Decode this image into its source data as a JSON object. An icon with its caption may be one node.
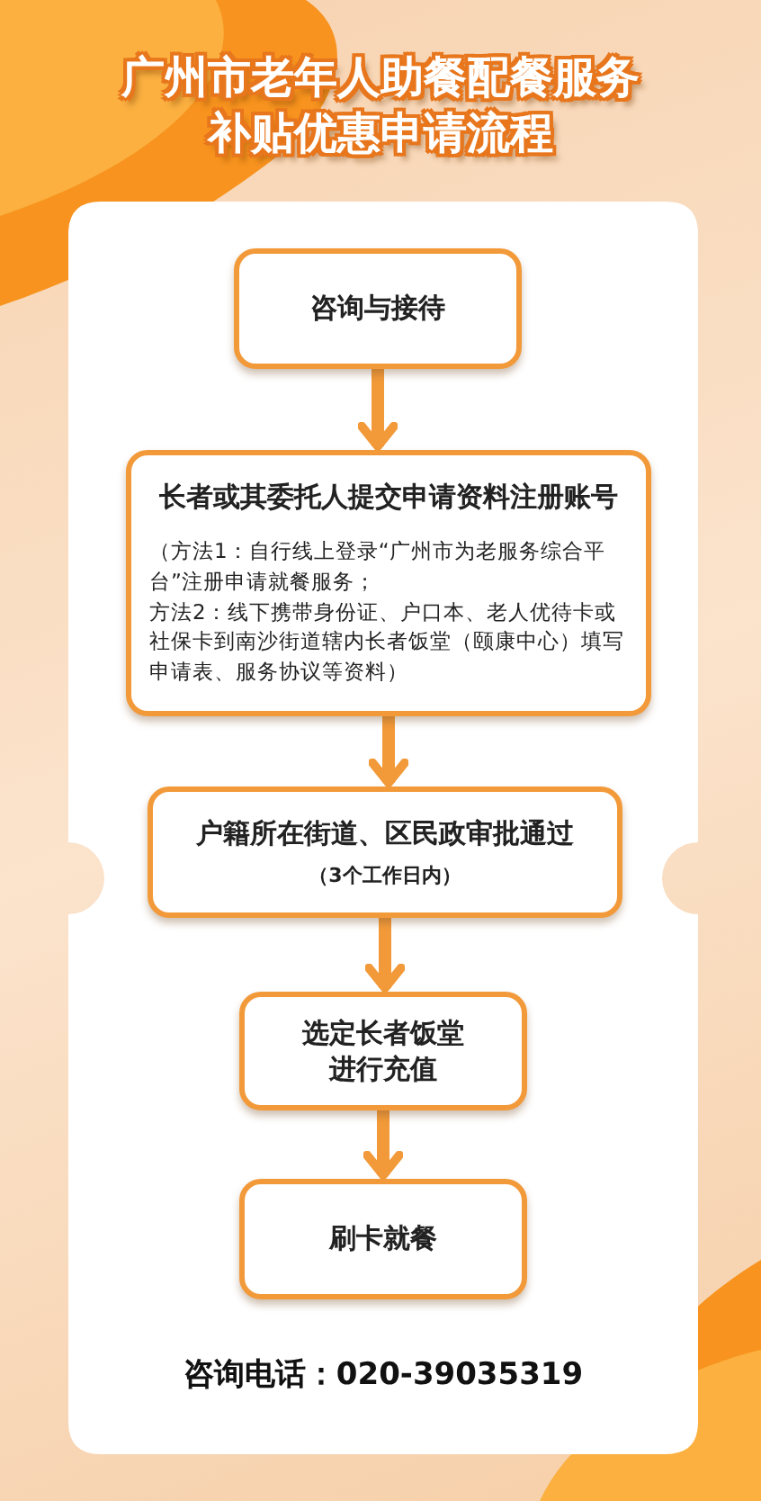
{
  "diagram": {
    "title": "广州市老年人助餐配餐服务补贴优惠申请流程",
    "nodes": [
      {
        "text": [
          "咨询与接待"
        ]
      },
      {
        "text": [
          "长者或其委托人提交申请资料注册账号",
          "（方法1：自行线上登录“广州市为老服务综合平台”注册申请就餐服务；",
          "方法2：线下携带身份证、户口本、老人优待卡或社保卡到南沙街道辖内长者饭堂（颐康中心）填写申请表、服务协议等资料）"
        ]
      },
      {
        "text": [
          "户籍所在街道、区民政审批通过",
          "（3个工作日内）"
        ]
      },
      {
        "text": [
          "选定长者饭堂进行充值"
        ]
      },
      {
        "text": [
          "刷卡就餐"
        ]
      }
    ],
    "edges": [
      {
        "from": 0,
        "to": 1,
        "arrow": "to"
      },
      {
        "from": 1,
        "to": 2,
        "arrow": "to"
      },
      {
        "from": 2,
        "to": 3,
        "arrow": "to"
      },
      {
        "from": 3,
        "to": 4,
        "arrow": "to"
      }
    ],
    "labels": [
      "咨询电话：020-39035319"
    ]
  }
}
